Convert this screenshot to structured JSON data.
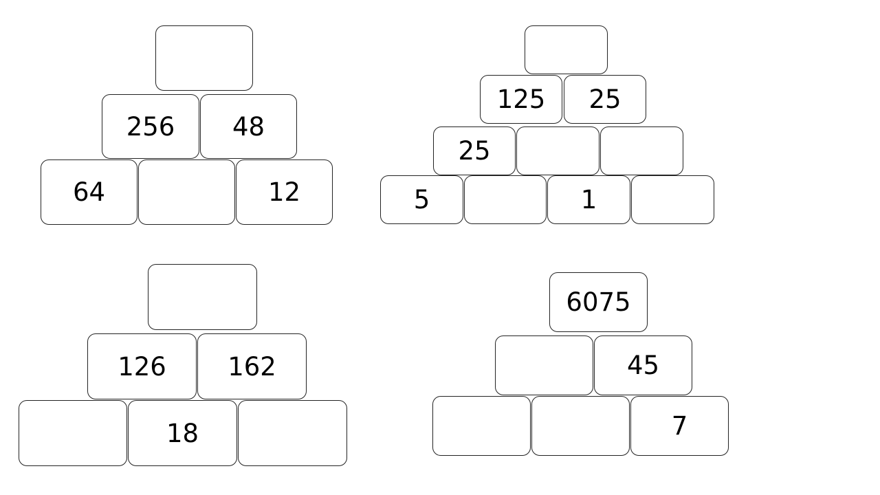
{
  "pyramids": [
    {
      "rows": [
        [
          ""
        ],
        [
          "256",
          "48"
        ],
        [
          "64",
          "",
          "12"
        ]
      ]
    },
    {
      "rows": [
        [
          ""
        ],
        [
          "125",
          "25"
        ],
        [
          "25",
          "",
          ""
        ],
        [
          "5",
          "",
          "1",
          ""
        ]
      ]
    },
    {
      "rows": [
        [
          ""
        ],
        [
          "126",
          "162"
        ],
        [
          "",
          "18",
          ""
        ]
      ]
    },
    {
      "rows": [
        [
          "6075"
        ],
        [
          "",
          "45"
        ],
        [
          "",
          "",
          "7"
        ]
      ]
    }
  ]
}
